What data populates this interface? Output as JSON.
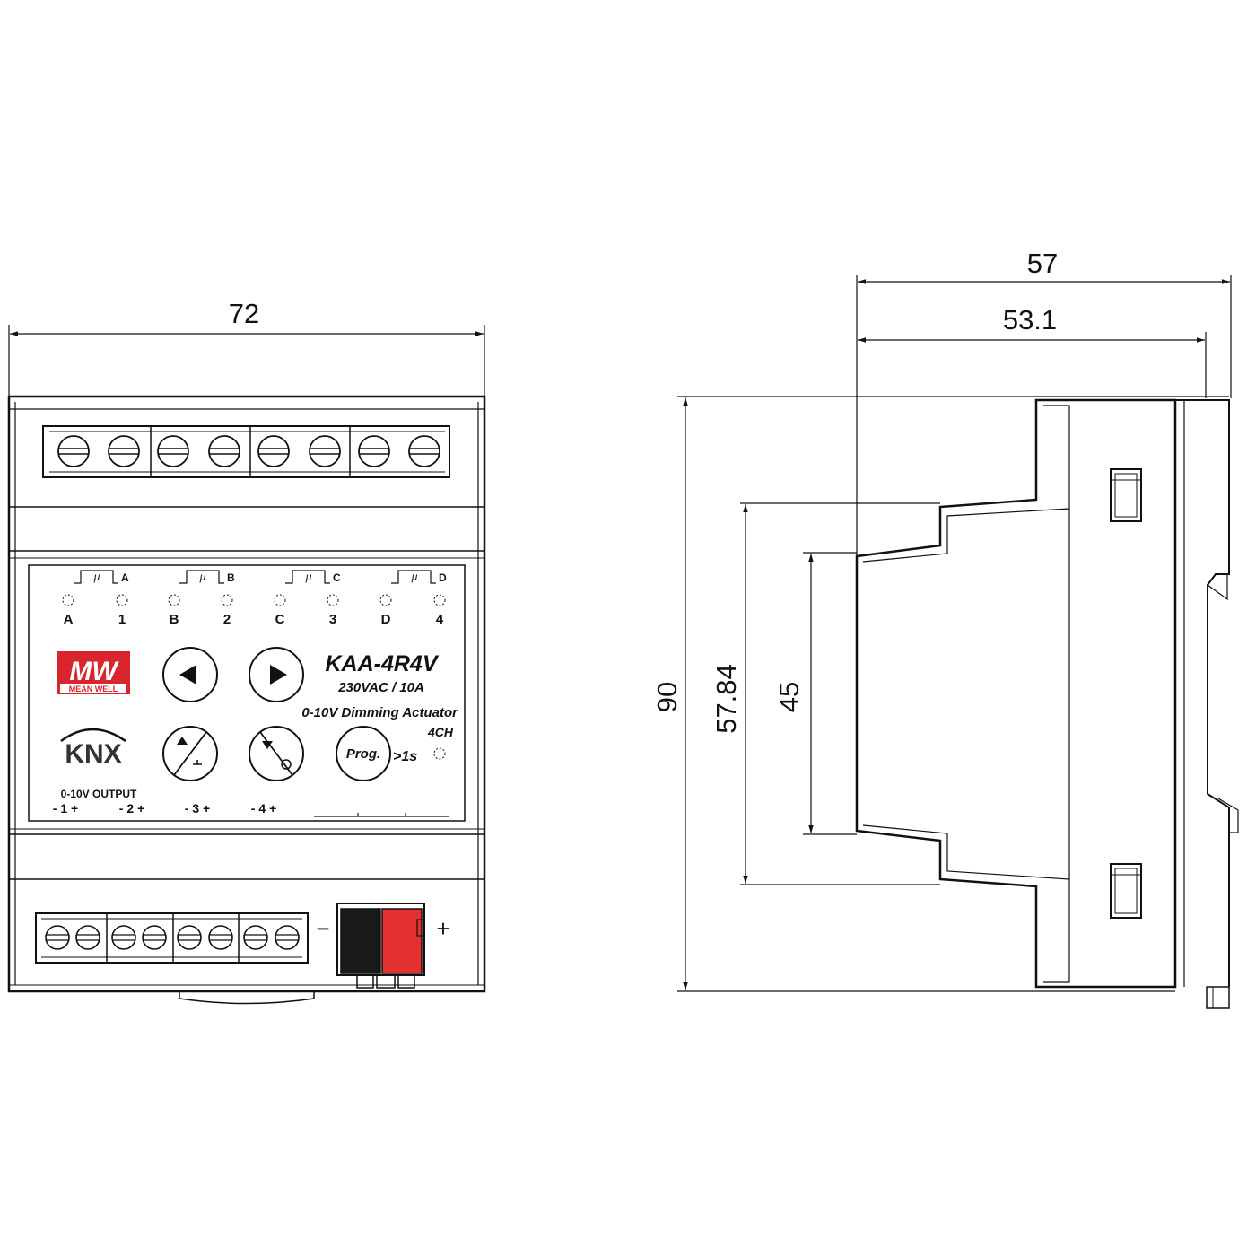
{
  "front_view": {
    "width_dim": "72",
    "relay_labels": [
      "A",
      "B",
      "C",
      "D"
    ],
    "relay_symbol": "μ",
    "led_labels": [
      "A",
      "1",
      "B",
      "2",
      "C",
      "3",
      "D",
      "4"
    ],
    "brand": {
      "logo": "MW",
      "name": "MEAN WELL"
    },
    "knx_logo": "KNX",
    "model": "KAA-4R4V",
    "rating": "230VAC / 10A",
    "description": "0-10V Dimming Actuator",
    "channels": "4CH",
    "prog_button": "Prog.",
    "prog_hint": ">1s",
    "output_title": "0-10V OUTPUT",
    "output_channels": [
      "- 1 +",
      "- 2 +",
      "- 3 +",
      "- 4 +"
    ],
    "bus_minus": "−",
    "bus_plus": "+"
  },
  "side_view": {
    "depth_dim": "57",
    "depth_inner_dim": "53.1",
    "height_dim": "90",
    "step_dim": "57.84",
    "rail_dim": "45"
  },
  "colors": {
    "line": "#111111",
    "terminal_red": "#e53030",
    "terminal_black": "#1a1a1a",
    "logo_red": "#d9262e"
  }
}
